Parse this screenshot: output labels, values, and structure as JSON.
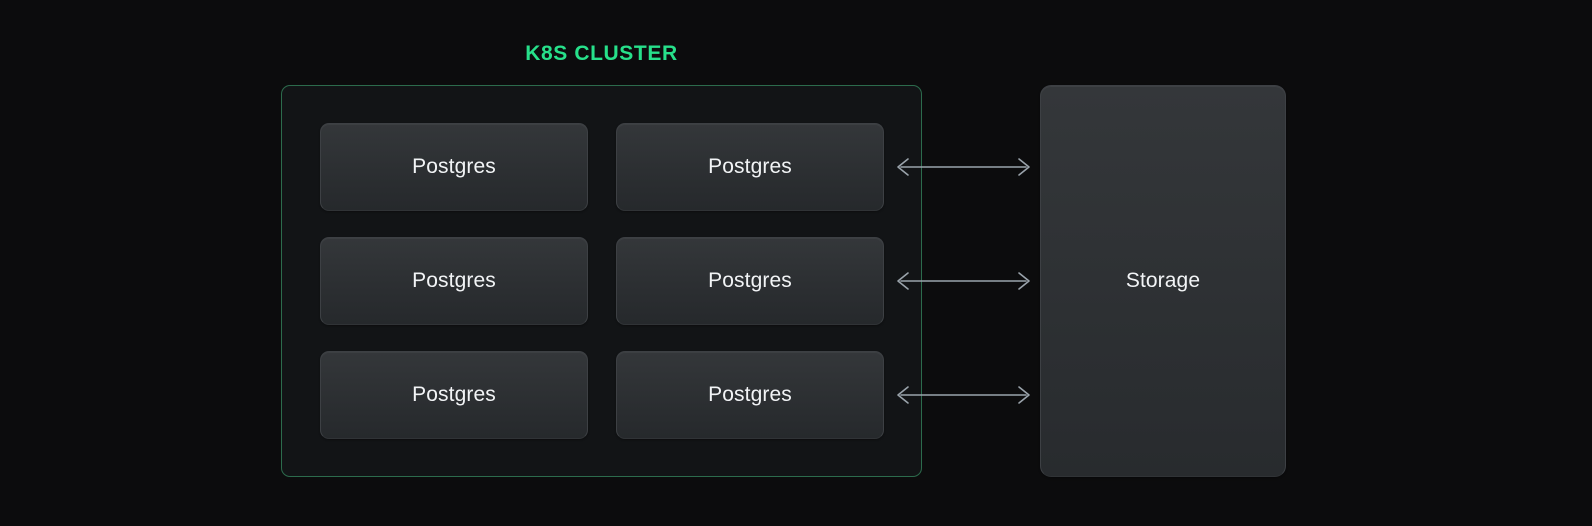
{
  "diagram": {
    "title": "K8S CLUSTER",
    "colors": {
      "page_background": "#0c0c0d",
      "cluster_border": "#2c6b4c",
      "cluster_background": "#121416",
      "title_green": "#27e08a",
      "node_fill": "#2e3134",
      "node_border": "#3d4044",
      "label_text": "#f2f4f6",
      "connector": "#9aa3ab"
    },
    "cluster": {
      "label": "K8S CLUSTER",
      "nodes": [
        {
          "label": "Postgres",
          "column": 1,
          "row": 1
        },
        {
          "label": "Postgres",
          "column": 2,
          "row": 1
        },
        {
          "label": "Postgres",
          "column": 1,
          "row": 2
        },
        {
          "label": "Postgres",
          "column": 2,
          "row": 2
        },
        {
          "label": "Postgres",
          "column": 1,
          "row": 3
        },
        {
          "label": "Postgres",
          "column": 2,
          "row": 3
        }
      ]
    },
    "storage": {
      "label": "Storage"
    },
    "connectors": [
      {
        "name": "postgres-row-1-to-storage",
        "direction": "bidirectional",
        "icon": "double-arrow-icon"
      },
      {
        "name": "postgres-row-2-to-storage",
        "direction": "bidirectional",
        "icon": "double-arrow-icon"
      },
      {
        "name": "postgres-row-3-to-storage",
        "direction": "bidirectional",
        "icon": "double-arrow-icon"
      }
    ]
  }
}
